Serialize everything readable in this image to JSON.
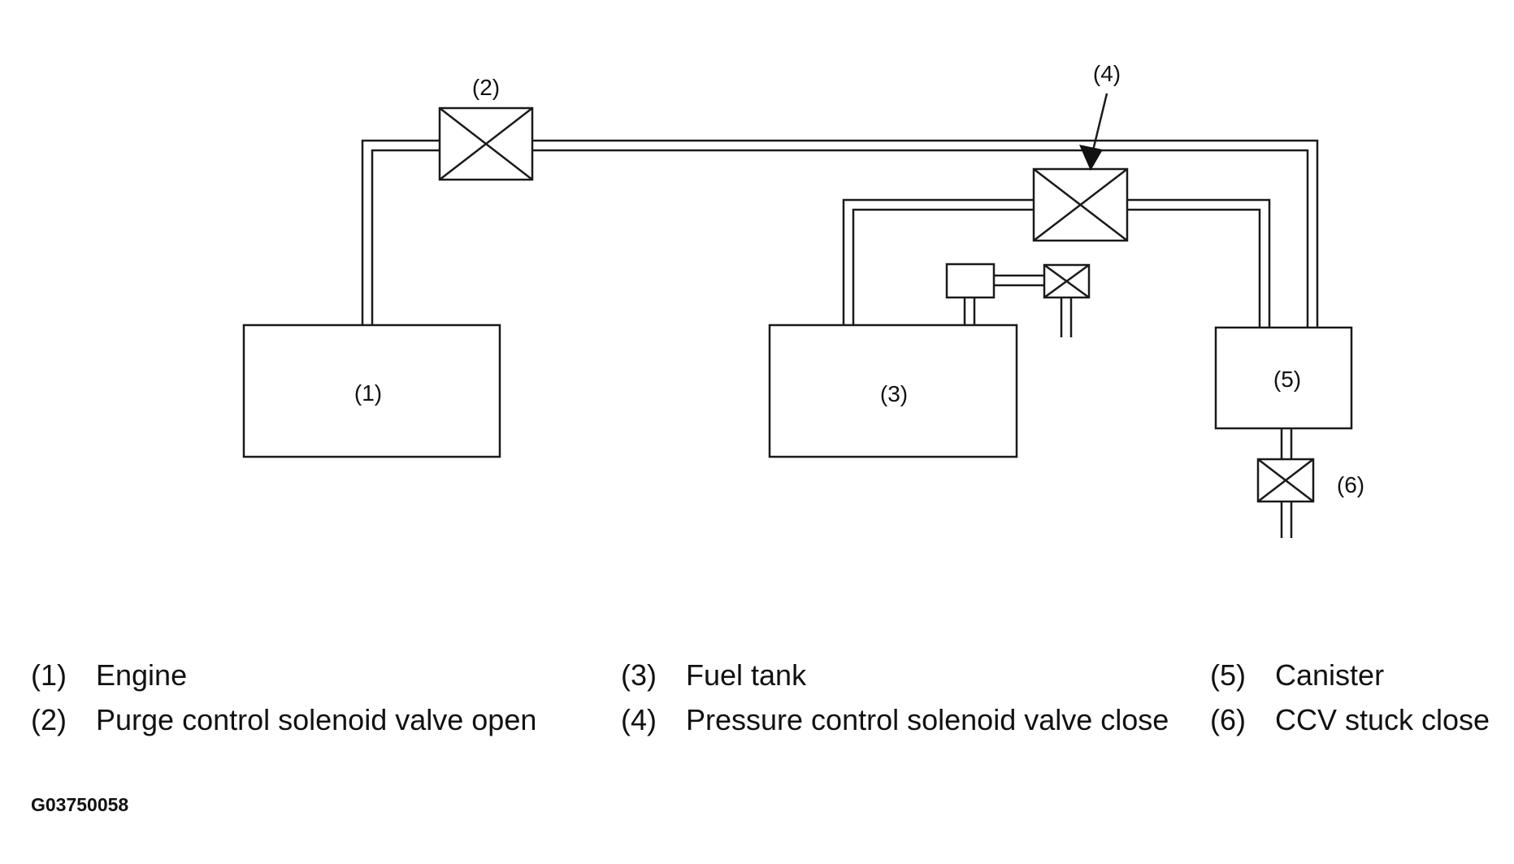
{
  "diagram": {
    "labels": {
      "engine": "(1)",
      "purge_valve": "(2)",
      "fuel_tank": "(3)",
      "pressure_valve": "(4)",
      "canister": "(5)",
      "ccv": "(6)"
    }
  },
  "legend": [
    {
      "num": "(1)",
      "text": "Engine"
    },
    {
      "num": "(2)",
      "text": "Purge control solenoid valve open"
    },
    {
      "num": "(3)",
      "text": "Fuel tank"
    },
    {
      "num": "(4)",
      "text": "Pressure control solenoid valve close"
    },
    {
      "num": "(5)",
      "text": "Canister"
    },
    {
      "num": "(6)",
      "text": "CCV stuck close"
    }
  ],
  "figure_id": "G03750058"
}
